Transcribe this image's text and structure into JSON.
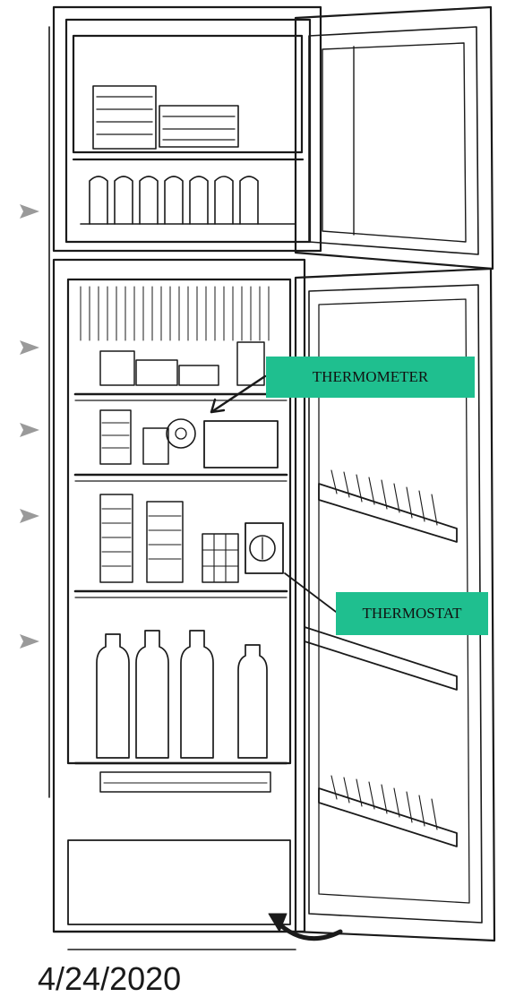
{
  "labels": {
    "thermometer": "THERMOMETER",
    "thermostat": "THERMOSTAT"
  },
  "footer": {
    "date": "4/24/2020"
  },
  "colors": {
    "label_background": "#1fbf8f",
    "line": "#1a1a1a",
    "arrow": "#9a9a9a"
  },
  "icons": [
    "side-arrow-icon",
    "pointer-arrow-icon",
    "door-swing-arrow-icon"
  ]
}
